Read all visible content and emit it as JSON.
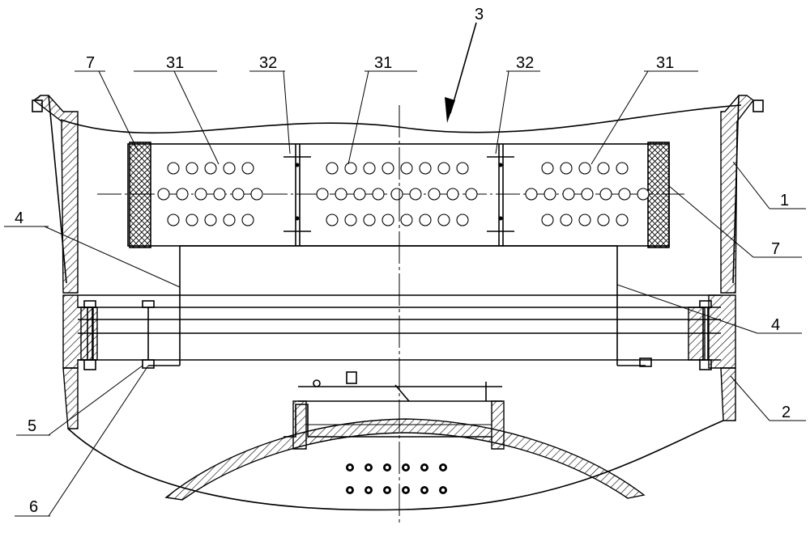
{
  "drawing": {
    "labels": {
      "l1": "1",
      "l2": "2",
      "l3": "3",
      "l4a": "4",
      "l4b": "4",
      "l5": "5",
      "l6": "6",
      "l7a": "7",
      "l7b": "7",
      "l31a": "31",
      "l31b": "31",
      "l31c": "31",
      "l32a": "32",
      "l32b": "32"
    },
    "colors": {
      "line": "#000000",
      "background": "#ffffff"
    }
  }
}
